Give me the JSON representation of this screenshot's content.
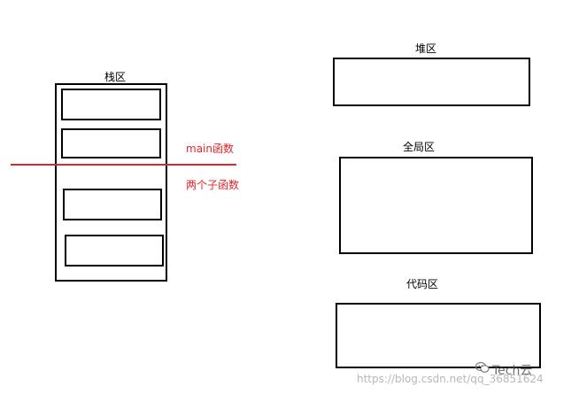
{
  "labels": {
    "stack": "栈区",
    "heap": "堆区",
    "global": "全局区",
    "code": "代码区"
  },
  "annotations": {
    "main": "main函数",
    "sub": "两个子函数"
  },
  "watermark": {
    "brand": "Tech云",
    "url": "https://blog.csdn.net/qq_36851624"
  },
  "colors": {
    "stroke": "#000000",
    "accent": "#e0262b"
  },
  "icons": {
    "watermark_icon": "wechat-icon"
  }
}
